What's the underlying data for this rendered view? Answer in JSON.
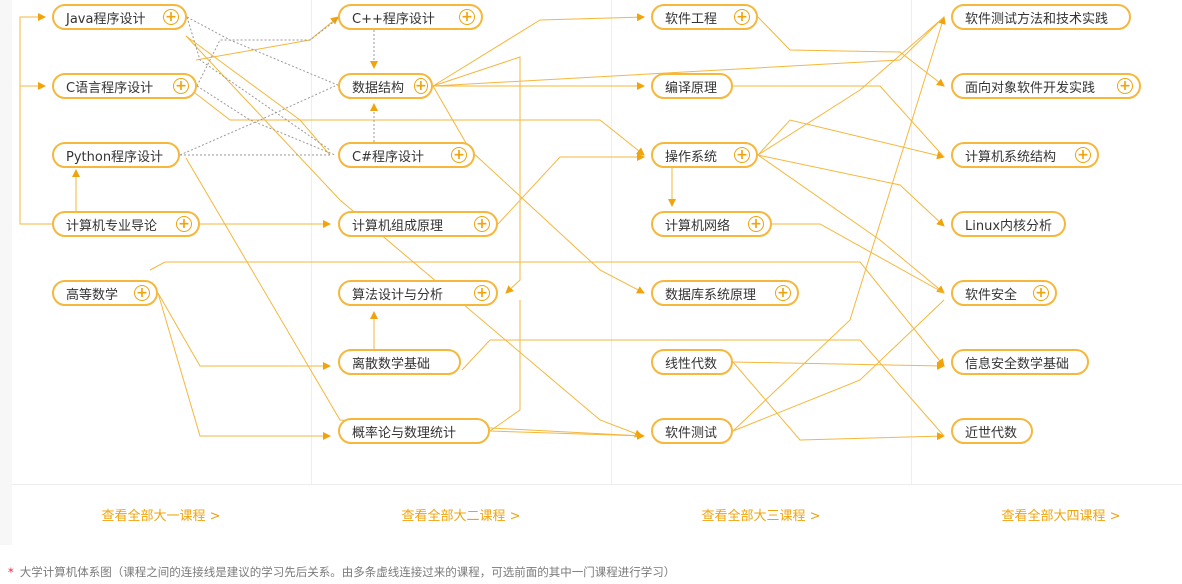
{
  "colors": {
    "accent": "#f5b73c",
    "line": "#f0a30a",
    "dashed": "#999999",
    "text": "#333333"
  },
  "columns": [
    {
      "footer_link": "查看全部大一课程 >"
    },
    {
      "footer_link": "查看全部大二课程 >"
    },
    {
      "footer_link": "查看全部大三课程 >"
    },
    {
      "footer_link": "查看全部大四课程 >"
    }
  ],
  "courses": [
    {
      "id": "java",
      "label": "Java程序设计",
      "expandable": true
    },
    {
      "id": "c",
      "label": "C语言程序设计",
      "expandable": true
    },
    {
      "id": "python",
      "label": "Python程序设计",
      "expandable": false
    },
    {
      "id": "intro",
      "label": "计算机专业导论",
      "expandable": true
    },
    {
      "id": "math",
      "label": "高等数学",
      "expandable": true
    },
    {
      "id": "cpp",
      "label": "C++程序设计",
      "expandable": true
    },
    {
      "id": "ds",
      "label": "数据结构",
      "expandable": true
    },
    {
      "id": "csharp",
      "label": "C#程序设计",
      "expandable": true
    },
    {
      "id": "org",
      "label": "计算机组成原理",
      "expandable": true
    },
    {
      "id": "algo",
      "label": "算法设计与分析",
      "expandable": true
    },
    {
      "id": "discrete",
      "label": "离散数学基础",
      "expandable": false
    },
    {
      "id": "prob",
      "label": "概率论与数理统计",
      "expandable": false
    },
    {
      "id": "se",
      "label": "软件工程",
      "expandable": true
    },
    {
      "id": "compiler",
      "label": "编译原理",
      "expandable": false
    },
    {
      "id": "os",
      "label": "操作系统",
      "expandable": true
    },
    {
      "id": "net",
      "label": "计算机网络",
      "expandable": true
    },
    {
      "id": "db",
      "label": "数据库系统原理",
      "expandable": true
    },
    {
      "id": "linalg",
      "label": "线性代数",
      "expandable": false
    },
    {
      "id": "swtest",
      "label": "软件测试",
      "expandable": false
    },
    {
      "id": "swtestprac",
      "label": "软件测试方法和技术实践",
      "expandable": false
    },
    {
      "id": "oop",
      "label": "面向对象软件开发实践",
      "expandable": true
    },
    {
      "id": "arch",
      "label": "计算机系统结构",
      "expandable": true
    },
    {
      "id": "linux",
      "label": "Linux内核分析",
      "expandable": false
    },
    {
      "id": "sec",
      "label": "软件安全",
      "expandable": true
    },
    {
      "id": "secmath",
      "label": "信息安全数学基础",
      "expandable": false
    },
    {
      "id": "algebra",
      "label": "近世代数",
      "expandable": false
    }
  ],
  "note": {
    "star": "*",
    "text": "大学计算机体系图（课程之间的连接线是建议的学习先后关系。由多条虚线连接过来的课程，可选前面的其中一门课程进行学习）"
  }
}
